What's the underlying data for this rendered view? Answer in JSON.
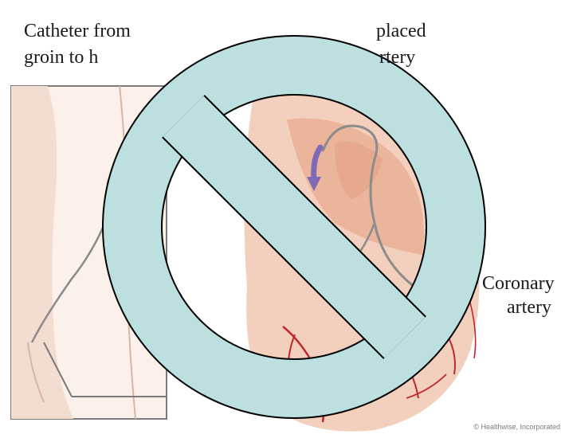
{
  "illustration": {
    "caption_top_left": [
      "Catheter from",
      "groin to h"
    ],
    "caption_top_right": [
      "placed",
      "rtery"
    ],
    "callout_label": [
      "Coronary",
      "artery"
    ],
    "credit": "© Healthwise, Incorporated"
  },
  "overlay": {
    "symbol": "prohibition-sign",
    "color": "#bcdfe0",
    "stroke_color": "#000000"
  },
  "colors": {
    "skin": "#f6dfd2",
    "tissue": "#efc0a8",
    "vessel": "#c0262a",
    "arrow": "#7f6ab8"
  }
}
